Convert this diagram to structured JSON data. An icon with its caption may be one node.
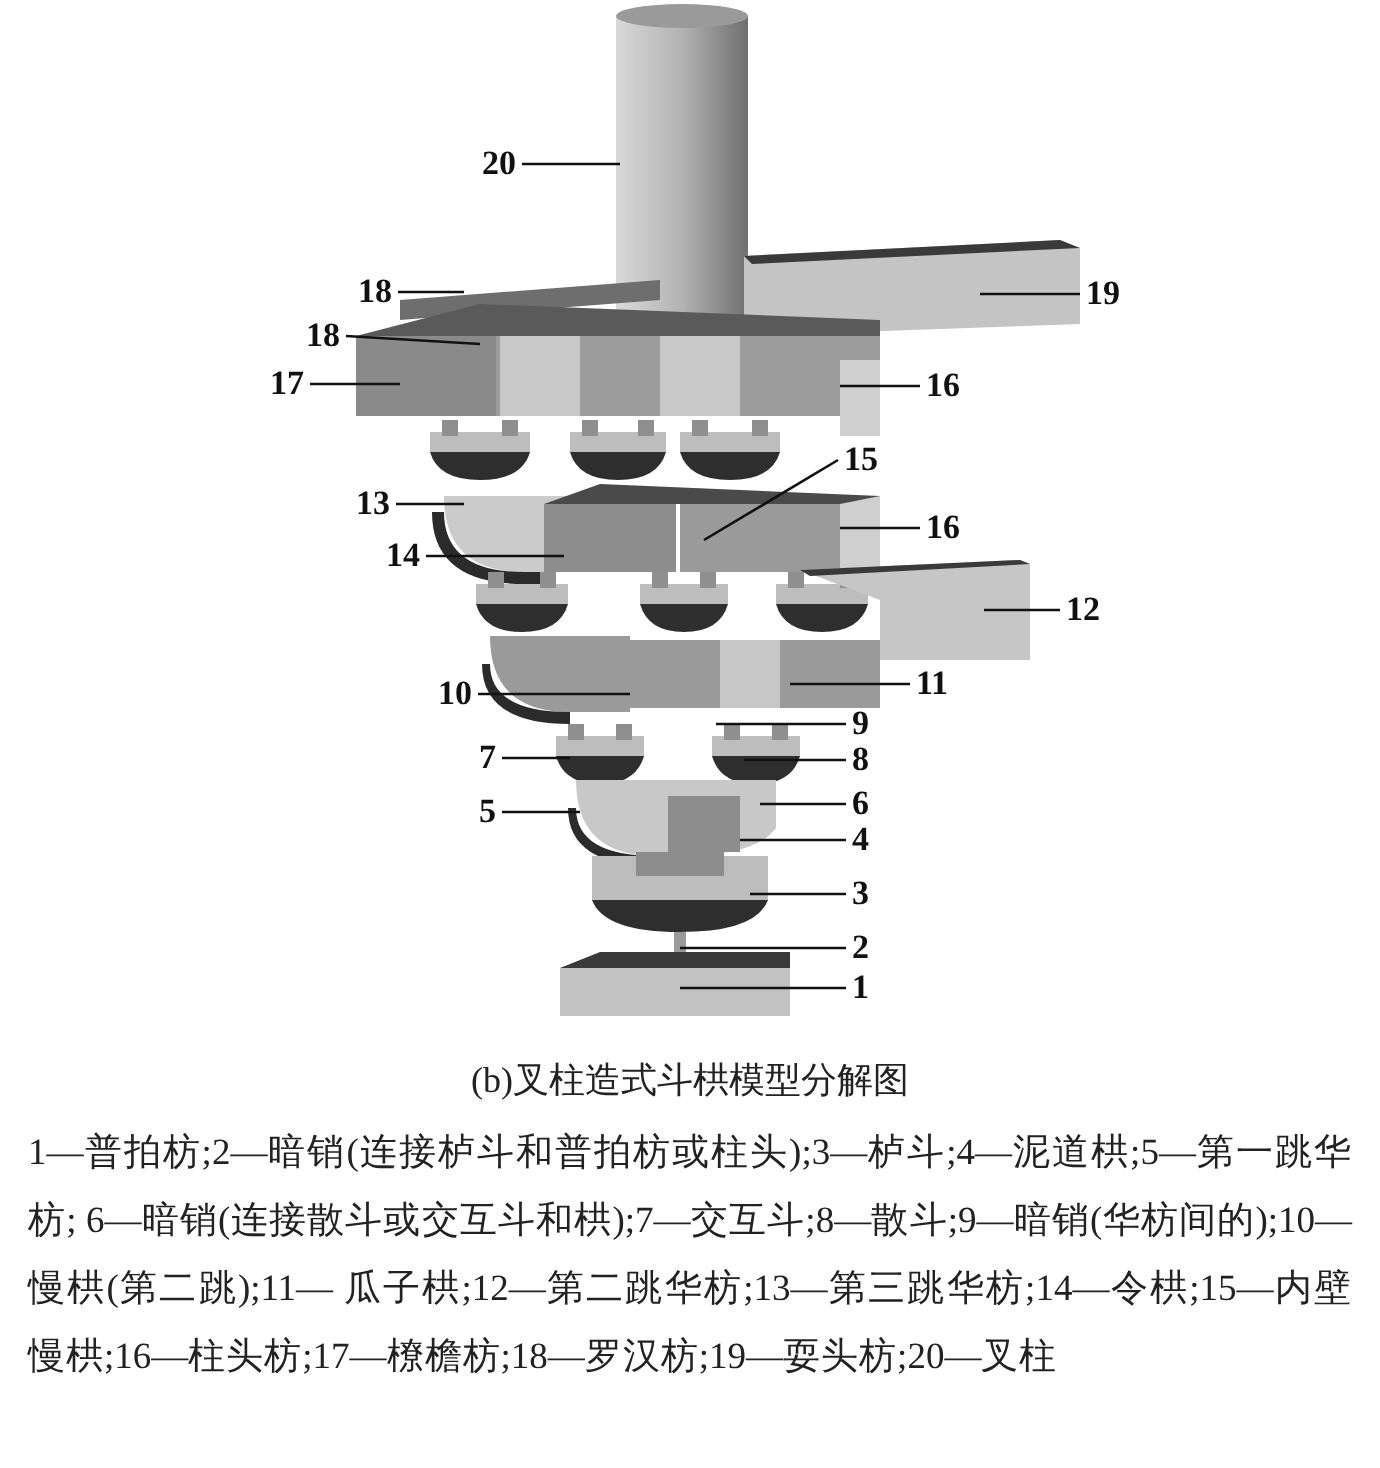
{
  "diagram": {
    "caption": "(b)叉柱造式斗栱模型分解图",
    "nodes": [
      {
        "text": [
          "20"
        ]
      },
      {
        "text": [
          "19"
        ]
      },
      {
        "text": [
          "18"
        ]
      },
      {
        "text": [
          "18"
        ]
      },
      {
        "text": [
          "17"
        ]
      },
      {
        "text": [
          "16"
        ]
      },
      {
        "text": [
          "15"
        ]
      },
      {
        "text": [
          "13"
        ]
      },
      {
        "text": [
          "16"
        ]
      },
      {
        "text": [
          "14"
        ]
      },
      {
        "text": [
          "12"
        ]
      },
      {
        "text": [
          "10"
        ]
      },
      {
        "text": [
          "11"
        ]
      },
      {
        "text": [
          "9"
        ]
      },
      {
        "text": [
          "7"
        ]
      },
      {
        "text": [
          "8"
        ]
      },
      {
        "text": [
          "5"
        ]
      },
      {
        "text": [
          "6"
        ]
      },
      {
        "text": [
          "4"
        ]
      },
      {
        "text": [
          "3"
        ]
      },
      {
        "text": [
          "2"
        ]
      },
      {
        "text": [
          "1"
        ]
      }
    ],
    "edges": [
      {
        "from": 0,
        "to": null,
        "arrow": "none"
      },
      {
        "from": 1,
        "to": null,
        "arrow": "none"
      },
      {
        "from": 2,
        "to": null,
        "arrow": "none"
      },
      {
        "from": 3,
        "to": null,
        "arrow": "none"
      },
      {
        "from": 4,
        "to": null,
        "arrow": "none"
      },
      {
        "from": 5,
        "to": null,
        "arrow": "none"
      },
      {
        "from": 6,
        "to": null,
        "arrow": "none"
      },
      {
        "from": 7,
        "to": null,
        "arrow": "none"
      },
      {
        "from": 8,
        "to": null,
        "arrow": "none"
      },
      {
        "from": 9,
        "to": null,
        "arrow": "none"
      },
      {
        "from": 10,
        "to": null,
        "arrow": "none"
      },
      {
        "from": 11,
        "to": null,
        "arrow": "none"
      },
      {
        "from": 12,
        "to": null,
        "arrow": "none"
      },
      {
        "from": 13,
        "to": null,
        "arrow": "none"
      },
      {
        "from": 14,
        "to": null,
        "arrow": "none"
      },
      {
        "from": 15,
        "to": null,
        "arrow": "none"
      },
      {
        "from": 16,
        "to": null,
        "arrow": "none"
      },
      {
        "from": 17,
        "to": null,
        "arrow": "none"
      },
      {
        "from": 18,
        "to": null,
        "arrow": "none"
      },
      {
        "from": 19,
        "to": null,
        "arrow": "none"
      },
      {
        "from": 20,
        "to": null,
        "arrow": "none"
      },
      {
        "from": 21,
        "to": null,
        "arrow": "none"
      }
    ],
    "labels": [
      "1—普拍枋;2—暗销(连接栌斗和普拍枋或柱头);3—栌斗;4—泥道栱;5—第一跳华枋; 6—暗销(连接散斗或交互斗和栱);7—交互斗;8—散斗;9—暗销(华枋间的);10—慢栱(第二跳);11— 瓜子栱;12—第二跳华枋;13—第三跳华枋;14—令栱;15—内壁慢栱;16—柱头枋;17—橑檐枋;18—罗汉枋;19—耍头枋;20—叉柱"
    ]
  }
}
